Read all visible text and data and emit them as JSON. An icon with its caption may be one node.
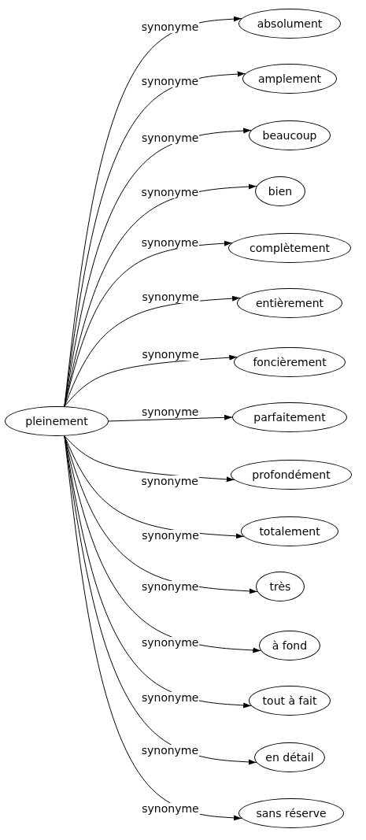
{
  "diagram": {
    "nodes": [
      {
        "text": [
          "pleinement"
        ]
      },
      {
        "text": [
          "absolument"
        ]
      },
      {
        "text": [
          "amplement"
        ]
      },
      {
        "text": [
          "beaucoup"
        ]
      },
      {
        "text": [
          "bien"
        ]
      },
      {
        "text": [
          "complètement"
        ]
      },
      {
        "text": [
          "entièrement"
        ]
      },
      {
        "text": [
          "foncièrement"
        ]
      },
      {
        "text": [
          "parfaitement"
        ]
      },
      {
        "text": [
          "profondément"
        ]
      },
      {
        "text": [
          "totalement"
        ]
      },
      {
        "text": [
          "très"
        ]
      },
      {
        "text": [
          "à fond"
        ]
      },
      {
        "text": [
          "tout à fait"
        ]
      },
      {
        "text": [
          "en détail"
        ]
      },
      {
        "text": [
          "sans réserve"
        ]
      }
    ],
    "edges": [
      {
        "from": 0,
        "to": 1,
        "arrow": "to",
        "label": "synonyme"
      },
      {
        "from": 0,
        "to": 2,
        "arrow": "to",
        "label": "synonyme"
      },
      {
        "from": 0,
        "to": 3,
        "arrow": "to",
        "label": "synonyme"
      },
      {
        "from": 0,
        "to": 4,
        "arrow": "to",
        "label": "synonyme"
      },
      {
        "from": 0,
        "to": 5,
        "arrow": "to",
        "label": "synonyme"
      },
      {
        "from": 0,
        "to": 6,
        "arrow": "to",
        "label": "synonyme"
      },
      {
        "from": 0,
        "to": 7,
        "arrow": "to",
        "label": "synonyme"
      },
      {
        "from": 0,
        "to": 8,
        "arrow": "to",
        "label": "synonyme"
      },
      {
        "from": 0,
        "to": 9,
        "arrow": "to",
        "label": "synonyme"
      },
      {
        "from": 0,
        "to": 10,
        "arrow": "to",
        "label": "synonyme"
      },
      {
        "from": 0,
        "to": 11,
        "arrow": "to",
        "label": "synonyme"
      },
      {
        "from": 0,
        "to": 12,
        "arrow": "to",
        "label": "synonyme"
      },
      {
        "from": 0,
        "to": 13,
        "arrow": "to",
        "label": "synonyme"
      },
      {
        "from": 0,
        "to": 14,
        "arrow": "to",
        "label": "synonyme"
      },
      {
        "from": 0,
        "to": 15,
        "arrow": "to",
        "label": "synonyme"
      }
    ]
  }
}
